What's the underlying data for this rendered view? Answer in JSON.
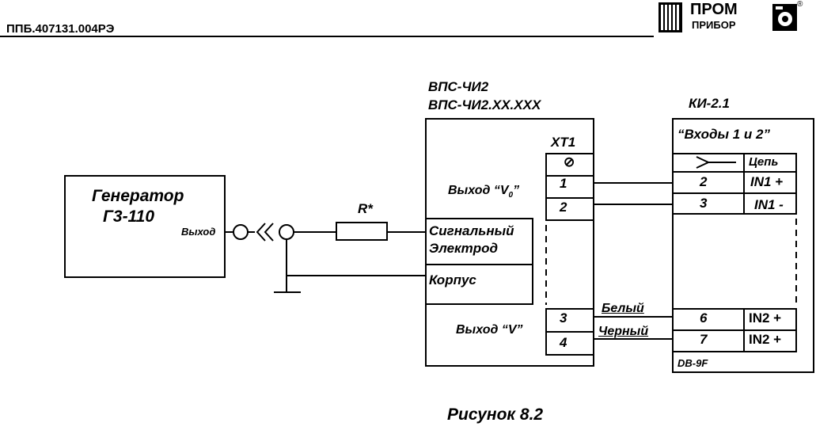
{
  "header": {
    "doc_code": "ППБ.407131.004РЭ",
    "logo_word1": "ПРОМ",
    "logo_word2": "ПРИБОР",
    "logo_reg": "®"
  },
  "generator": {
    "line1": "Генератор",
    "line2": "Г3-110",
    "output": "Выход"
  },
  "resistor": {
    "label": "R*"
  },
  "device": {
    "title1": "ВПС-ЧИ2",
    "title2": "ВПС-ЧИ2.XX.XXX",
    "connector": "XT1",
    "ground_symbol": "⊘",
    "pins_top": [
      "1",
      "2"
    ],
    "pins_bottom": [
      "3",
      "4"
    ],
    "out_v0_prefix": "Выход “V",
    "out_v0_sub": "0",
    "out_v0_suffix": "”",
    "out_v": "Выход “V”",
    "signal_line1": "Сигнальный",
    "signal_line2": "Электрод",
    "case": "Корпус"
  },
  "wires": {
    "white": "Белый",
    "black": "Черный"
  },
  "ki": {
    "title": "КИ-2.1",
    "inputs_title": "“Входы 1 и 2”",
    "col_chain": "Цепь",
    "rows_top": [
      {
        "pin": "2",
        "chain": "IN1 +"
      },
      {
        "pin": "3",
        "chain": "IN1 -"
      }
    ],
    "rows_bottom": [
      {
        "pin": "6",
        "chain": "IN2 +"
      },
      {
        "pin": "7",
        "chain": "IN2 +"
      }
    ],
    "connector_type": "DB-9F"
  },
  "caption": "Рисунок 8.2"
}
